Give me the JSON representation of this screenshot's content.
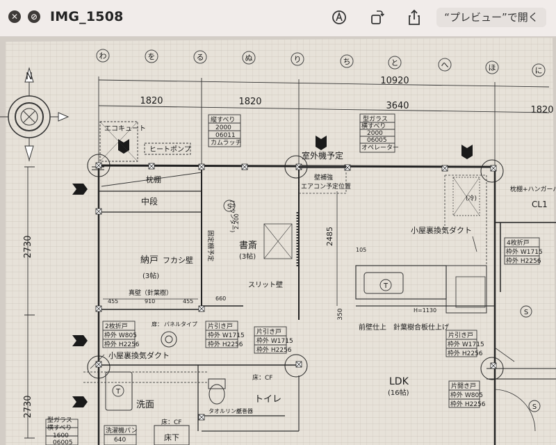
{
  "window": {
    "title": "IMG_1508",
    "open_button": "“プレビュー”で開く"
  },
  "toolbar_icons": [
    "close-icon",
    "minimize-icon",
    "markup-icon",
    "rotate-icon",
    "share-icon"
  ],
  "plan": {
    "grid_markers": [
      "わ",
      "を",
      "る",
      "ぬ",
      "り",
      "ち",
      "と",
      "へ",
      "ほ",
      "に"
    ],
    "dimensions": {
      "total": "10920",
      "d1": "1820",
      "d2": "1820",
      "d3": "3640",
      "d4": "1820",
      "left_top": "2730",
      "left_bottom": "2730",
      "vertical_2485": "2485",
      "small_350": "350",
      "small_105": "105",
      "small_2200": "2.200",
      "d_455a": "455",
      "d_910": "910",
      "d_455b": "455",
      "d_660": "660",
      "h1130": "H=1130"
    },
    "rooms": {
      "nando": "納戸",
      "nando_size": "(3帖)",
      "shosai": "書斎",
      "shosai_size": "(3帖)",
      "ldk": "LDK",
      "ldk_size": "(16帖)",
      "toilet": "トイレ",
      "senmen": "洗面",
      "chudan": "中段",
      "edana": "枕棚",
      "cl1": "CL1",
      "yukashita": "床下"
    },
    "labels": {
      "ecocute": "エコキュート",
      "heatpump": "ヒートポンプ",
      "shitsugaiki": "室外機予定",
      "kabehokyo": "壁補強",
      "aircon": "エアコン予定位置",
      "koyaura1": "小屋裏換気ダクト",
      "koyaura2": "小屋裏換気ダクト",
      "fukashikabe": "フカシ壁",
      "shinkabe": "真壁（針葉樹）",
      "slit": "スリット壁",
      "kotei": "固定棚予定",
      "counter": "(カウンター)",
      "maekabe": "前壁仕上　針葉樹合板仕上げ",
      "floor_cf1": "床：CF",
      "floor_cf2": "床：CF",
      "towelring": "タオルリング",
      "kamimaki": "紙巻器",
      "edana_hanger": "枕棚+ハンガーパ",
      "rei": "(冷)",
      "panel": "パネルタイプ",
      "tobira": "扉："
    },
    "windows": {
      "w1": [
        "縦すべり",
        "2000",
        "06011",
        "カムラッチ"
      ],
      "w2": [
        "型ガラス",
        "横すべり",
        "2000",
        "06005",
        "オペレーター"
      ],
      "w3": [
        "片引き戸",
        "枠外 W1715",
        "枠外 H2256"
      ],
      "w4": [
        "片引き戸",
        "枠外 W1715",
        "枠外 H2256"
      ],
      "w5": [
        "片引き戸",
        "枠外 W1715",
        "枠外 H2256"
      ],
      "w6": [
        "4枚折戸",
        "枠外 W1715",
        "枠外 H2256"
      ],
      "w7": [
        "2枚折戸",
        "枠外 W805",
        "枠外 H2256"
      ],
      "w8": [
        "片開き戸",
        "枠外 W805",
        "枠外 H2256"
      ],
      "w9": [
        "型ガラス",
        "横すべり",
        "1600",
        "06005"
      ],
      "w10": [
        "洗濯機パン",
        "640"
      ]
    },
    "symbols": {
      "s": "S",
      "t": "T",
      "north": "N"
    }
  }
}
